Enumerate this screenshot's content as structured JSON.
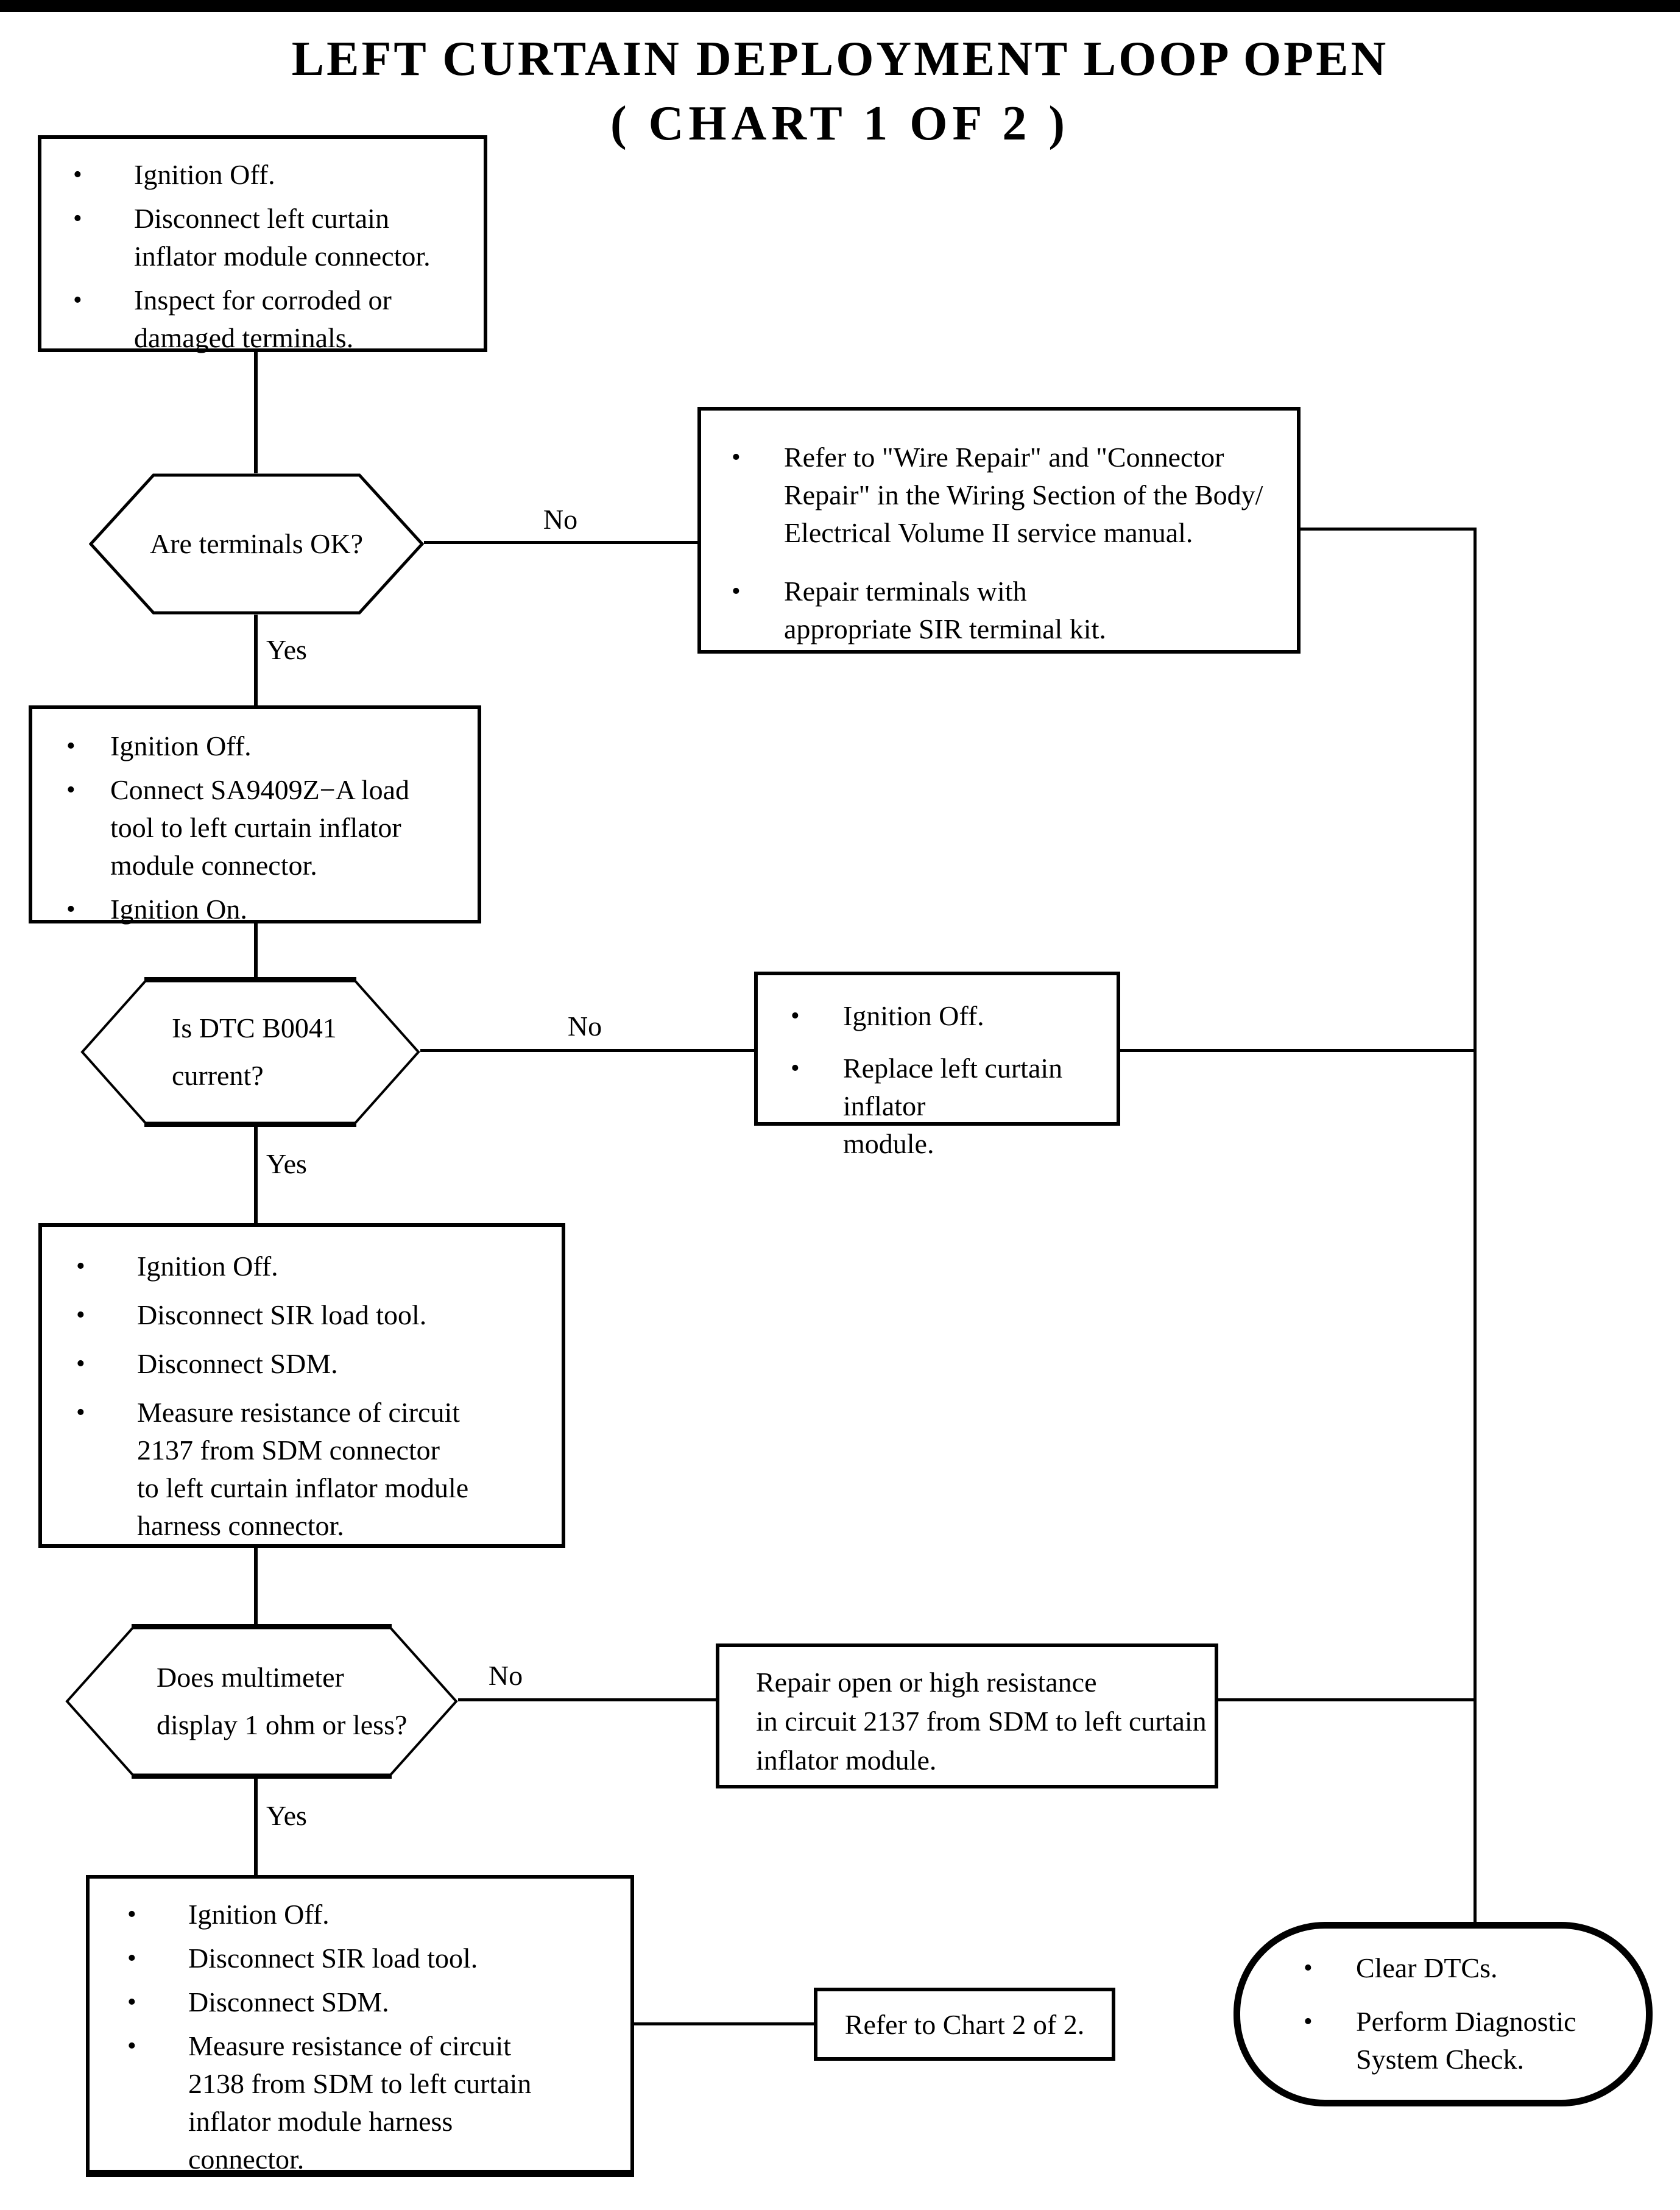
{
  "glyphs": {
    "bullet": "•"
  },
  "colors": {
    "ink": "#000000",
    "paper": "#ffffff"
  },
  "title": {
    "line1": "LEFT CURTAIN DEPLOYMENT LOOP OPEN",
    "line2": "( CHART 1 OF 2 )"
  },
  "flow": {
    "step1": {
      "items": [
        "Ignition Off.",
        "Disconnect left curtain\ninflator module connector.",
        "Inspect for corroded or\ndamaged terminals."
      ]
    },
    "decision1": {
      "question": "Are terminals OK?",
      "no_label": "No",
      "yes_label": "Yes"
    },
    "action1": {
      "items": [
        "Refer to \"Wire Repair\" and \"Connector\nRepair\" in the Wiring Section of the Body/\nElectrical Volume II service manual.",
        "Repair terminals with\nappropriate SIR terminal kit."
      ]
    },
    "step2": {
      "items": [
        "Ignition Off.",
        "Connect SA9409Z−A load\ntool to left curtain inflator\nmodule connector.",
        "Ignition On."
      ]
    },
    "decision2": {
      "question": "Is DTC B0041\ncurrent?",
      "no_label": "No",
      "yes_label": "Yes"
    },
    "action2": {
      "items": [
        "Ignition Off.",
        "Replace left curtain inflator\nmodule."
      ]
    },
    "step3": {
      "items": [
        "Ignition Off.",
        "Disconnect SIR load tool.",
        "Disconnect SDM.",
        "Measure resistance of circuit\n2137 from SDM connector\nto left curtain inflator module\nharness connector."
      ]
    },
    "decision3": {
      "question": "Does multimeter\ndisplay 1 ohm or less?",
      "no_label": "No",
      "yes_label": "Yes"
    },
    "action3": {
      "text": "Repair open or high resistance\nin circuit 2137 from SDM to left curtain\ninflator module."
    },
    "step4": {
      "items": [
        "Ignition Off.",
        "Disconnect SIR load tool.",
        "Disconnect SDM.",
        "Measure resistance of circuit\n2138 from SDM to left curtain\ninflator module harness\nconnector."
      ]
    },
    "referral": {
      "text": "Refer to Chart 2 of 2."
    },
    "terminator": {
      "items": [
        "Clear DTCs.",
        "Perform Diagnostic\nSystem Check."
      ]
    }
  }
}
